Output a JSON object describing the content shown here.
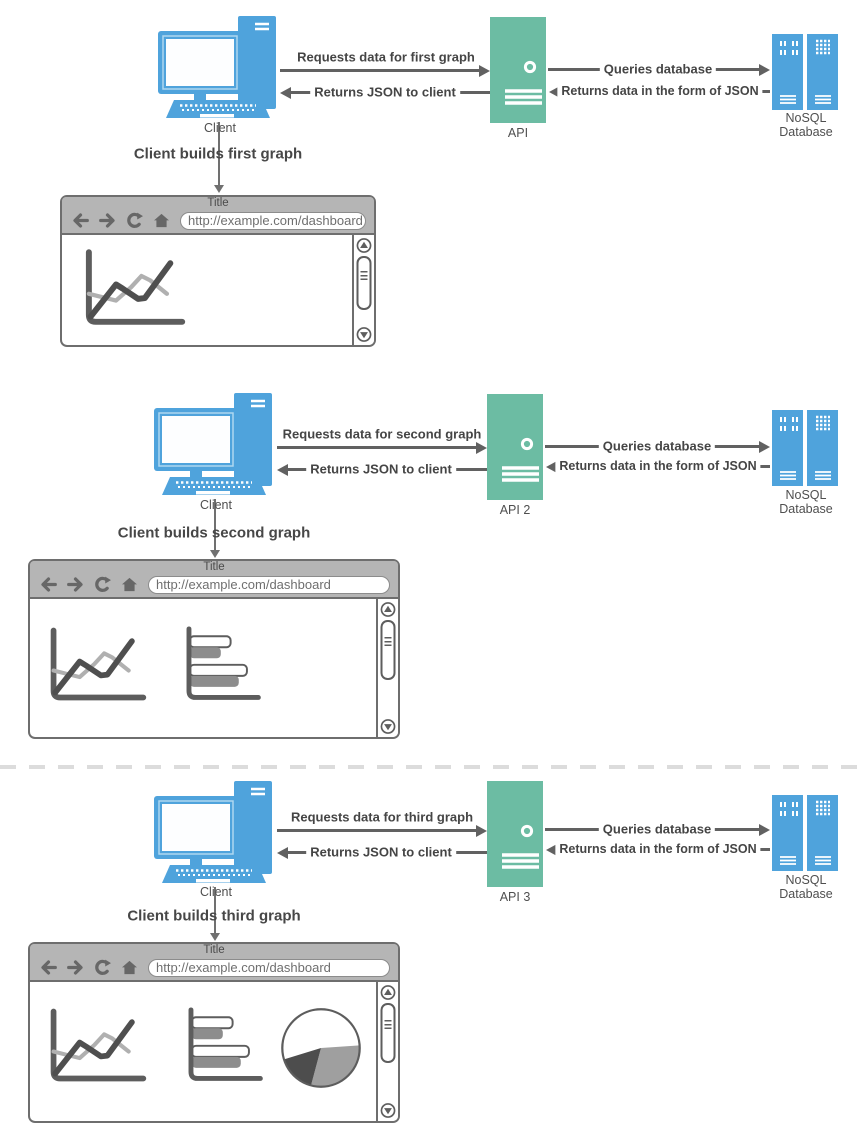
{
  "diagram": {
    "browser": {
      "title": "Title",
      "url": "http://example.com/dashboard"
    },
    "database": {
      "line1": "NoSQL",
      "line2": "Database"
    },
    "sections": [
      {
        "client": "Client",
        "api": "API",
        "request": "Requests data for first graph",
        "return_json": "Returns JSON to client",
        "query": "Queries database",
        "db_return": "Returns data in the form of JSON",
        "build": "Client builds first graph"
      },
      {
        "client": "Client",
        "api": "API 2",
        "request": "Requests data for second graph",
        "return_json": "Returns JSON to client",
        "query": "Queries database",
        "db_return": "Returns data in the form of JSON",
        "build": "Client builds second graph"
      },
      {
        "client": "Client",
        "api": "API 3",
        "request": "Requests data for third graph",
        "return_json": "Returns JSON to client",
        "query": "Queries database",
        "db_return": "Returns data in the form of JSON",
        "build": "Client builds third graph"
      }
    ],
    "colors": {
      "blue": "#4FA3DC",
      "teal": "#6CBCA3",
      "arrow": "#616161",
      "toolbar_gray": "#B5B5B5"
    }
  }
}
